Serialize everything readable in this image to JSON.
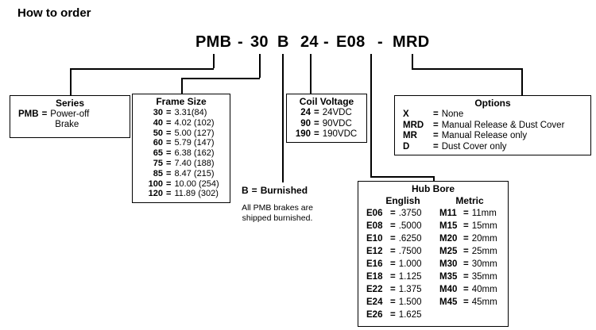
{
  "page_title": "How to order",
  "eq": "=",
  "part_number": {
    "segments": [
      "PMB",
      "-",
      "30",
      "B",
      "24",
      "-",
      "E08",
      "-",
      "MRD"
    ]
  },
  "series": {
    "title": "Series",
    "code": "PMB",
    "desc1": "Power-off",
    "desc2": "Brake"
  },
  "frame_size": {
    "title": "Frame Size",
    "rows": [
      {
        "code": "30",
        "value": "3.31(84)"
      },
      {
        "code": "40",
        "value": "4.02 (102)"
      },
      {
        "code": "50",
        "value": "5.00 (127)"
      },
      {
        "code": "60",
        "value": "5.79 (147)"
      },
      {
        "code": "65",
        "value": "6.38 (162)"
      },
      {
        "code": "75",
        "value": "7.40 (188)"
      },
      {
        "code": "85",
        "value": "8.47 (215)"
      },
      {
        "code": "100",
        "value": "10.00 (254)"
      },
      {
        "code": "120",
        "value": "11.89 (302)"
      }
    ]
  },
  "coil_voltage": {
    "title": "Coil Voltage",
    "rows": [
      {
        "code": "24",
        "value": "24VDC"
      },
      {
        "code": "90",
        "value": "90VDC"
      },
      {
        "code": "190",
        "value": "190VDC"
      }
    ]
  },
  "burnished": {
    "code": "B",
    "label": "Burnished",
    "note1": "All PMB brakes are",
    "note2": "shipped burnished."
  },
  "options": {
    "title": "Options",
    "rows": [
      {
        "code": "X",
        "value": "None"
      },
      {
        "code": "MRD",
        "value": "Manual Release & Dust Cover"
      },
      {
        "code": "MR",
        "value": "Manual Release only"
      },
      {
        "code": "D",
        "value": "Dust Cover only"
      }
    ]
  },
  "hub_bore": {
    "title": "Hub Bore",
    "english_header": "English",
    "metric_header": "Metric",
    "english_rows": [
      {
        "code": "E06",
        "value": ".3750"
      },
      {
        "code": "E08",
        "value": ".5000"
      },
      {
        "code": "E10",
        "value": ".6250"
      },
      {
        "code": "E12",
        "value": ".7500"
      },
      {
        "code": "E16",
        "value": "1.000"
      },
      {
        "code": "E18",
        "value": "1.125"
      },
      {
        "code": "E22",
        "value": "1.375"
      },
      {
        "code": "E24",
        "value": "1.500"
      },
      {
        "code": "E26",
        "value": "1.625"
      }
    ],
    "metric_rows": [
      {
        "code": "M11",
        "value": "11mm"
      },
      {
        "code": "M15",
        "value": "15mm"
      },
      {
        "code": "M20",
        "value": "20mm"
      },
      {
        "code": "M25",
        "value": "25mm"
      },
      {
        "code": "M30",
        "value": "30mm"
      },
      {
        "code": "M35",
        "value": "35mm"
      },
      {
        "code": "M40",
        "value": "40mm"
      },
      {
        "code": "M45",
        "value": "45mm"
      }
    ]
  }
}
